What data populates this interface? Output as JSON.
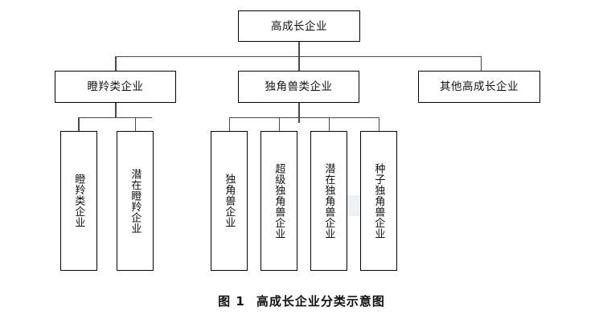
{
  "figure": {
    "caption_number": "图 1",
    "caption_title": "高成长企业分类示意图"
  },
  "colors": {
    "background": "#ffffff",
    "box_border": "#000000",
    "connector": "#4a4a4a",
    "text": "#111111",
    "watermark": "#dfe7f0"
  },
  "diagram": {
    "type": "tree",
    "orientation": "top-down",
    "root": {
      "label": "高成长企业",
      "text_direction": "horizontal"
    },
    "level2": [
      {
        "label": "瞪羚类企业",
        "text_direction": "horizontal"
      },
      {
        "label": "独角兽类企业",
        "text_direction": "horizontal"
      },
      {
        "label": "其他高成长企业",
        "text_direction": "horizontal"
      }
    ],
    "level3": {
      "gazelle_children": [
        {
          "label": "瞪羚类企业",
          "text_direction": "vertical"
        },
        {
          "label": "潜在瞪羚企业",
          "text_direction": "vertical"
        }
      ],
      "unicorn_children": [
        {
          "label": "独角兽企业",
          "text_direction": "vertical"
        },
        {
          "label": "超级独角兽企业",
          "text_direction": "vertical"
        },
        {
          "label": "潜在独角兽企业",
          "text_direction": "vertical"
        },
        {
          "label": "种子独角兽企业",
          "text_direction": "vertical"
        }
      ],
      "other_children": []
    }
  }
}
